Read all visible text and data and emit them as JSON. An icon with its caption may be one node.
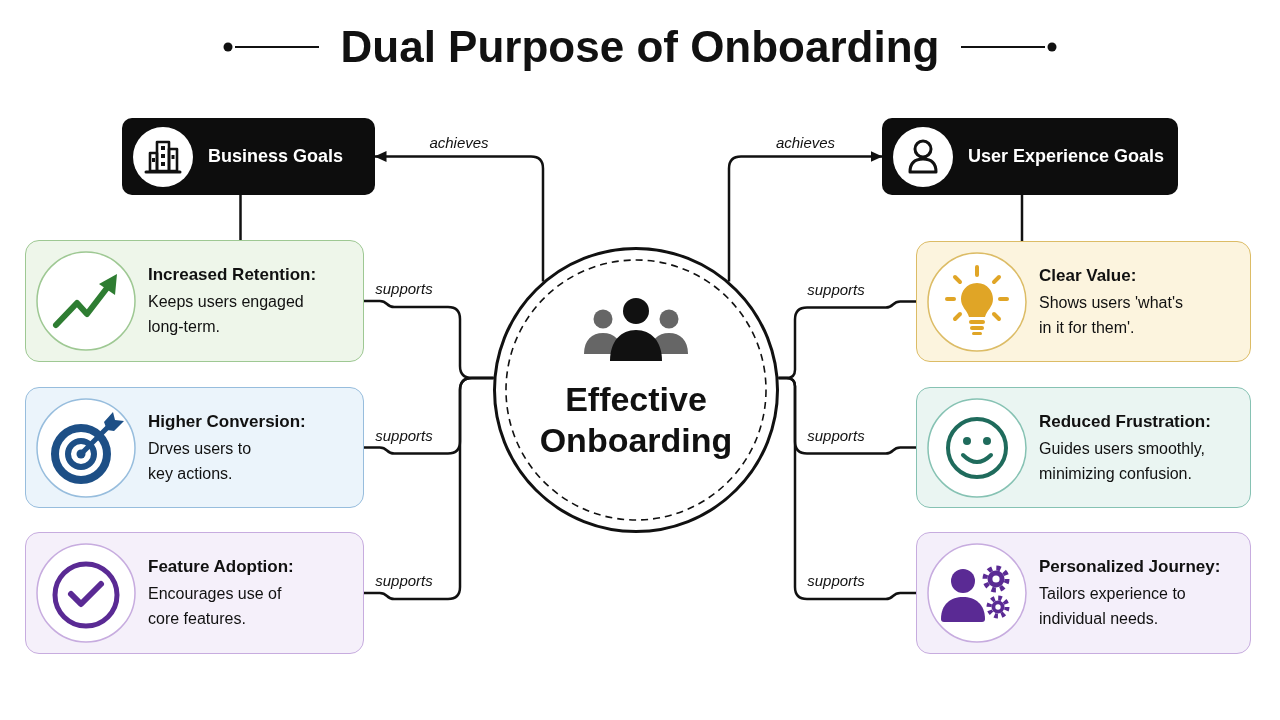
{
  "diagram": {
    "title": "Dual Purpose of Onboarding",
    "nodes": [
      {
        "text": [
          "Business Goals"
        ]
      },
      {
        "text": [
          "User Experience Goals"
        ]
      },
      {
        "text": [
          "Effective Onboarding"
        ]
      },
      {
        "text": [
          "Increased Retention:",
          "Keeps users engaged long-term."
        ]
      },
      {
        "text": [
          "Higher Conversion:",
          "Drves users to key actions."
        ]
      },
      {
        "text": [
          "Feature Adoption:",
          "Encourages use of core features."
        ]
      },
      {
        "text": [
          "Clear Value:",
          "Shows users 'what's in it for them'."
        ]
      },
      {
        "text": [
          "Reduced Frustration:",
          "Guides users smoothly, minimizing confusion."
        ]
      },
      {
        "text": [
          "Personalized Journey:",
          "Tailors experience to individual needs."
        ]
      }
    ],
    "edges": [
      {
        "from": 2,
        "to": 0,
        "arrow": "to",
        "label": "achieves"
      },
      {
        "from": 2,
        "to": 1,
        "arrow": "to",
        "label": "achieves"
      },
      {
        "from": 0,
        "to": 3,
        "arrow": "none"
      },
      {
        "from": 1,
        "to": 6,
        "arrow": "none"
      },
      {
        "from": 2,
        "to": 3,
        "arrow": "none",
        "label": "supports"
      },
      {
        "from": 2,
        "to": 4,
        "arrow": "none",
        "label": "supports"
      },
      {
        "from": 2,
        "to": 5,
        "arrow": "none",
        "label": "supports"
      },
      {
        "from": 2,
        "to": 6,
        "arrow": "none",
        "label": "supports"
      },
      {
        "from": 2,
        "to": 7,
        "arrow": "none",
        "label": "supports"
      },
      {
        "from": 2,
        "to": 8,
        "arrow": "none",
        "label": "supports"
      }
    ]
  }
}
